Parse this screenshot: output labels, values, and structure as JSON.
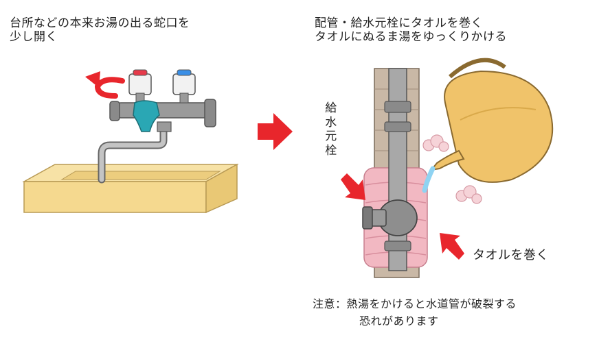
{
  "left": {
    "caption_line1": "台所などの本来お湯の出る蛇口を",
    "caption_line2": "少し開く"
  },
  "right": {
    "caption_line1": "配管・給水元栓にタオルを巻く",
    "caption_line2": "タオルにぬるま湯をゆっくりかける",
    "valve_label": [
      "給",
      "水",
      "元",
      "栓"
    ],
    "towel_label": "タオルを巻く",
    "note_line1": "注意：熱湯をかけると水道管が破裂する",
    "note_line2": "恐れがあります"
  },
  "colors": {
    "arrow_red": "#e8262c",
    "sink": "#f5d98f",
    "pipe_grey": "#9a9a9a",
    "lever_teal": "#2aa7b4",
    "towel_pink": "#f2b8c2",
    "kettle": "#f0c36a",
    "water_blue": "#8fd3f2",
    "brick": "#c9b8a6"
  }
}
